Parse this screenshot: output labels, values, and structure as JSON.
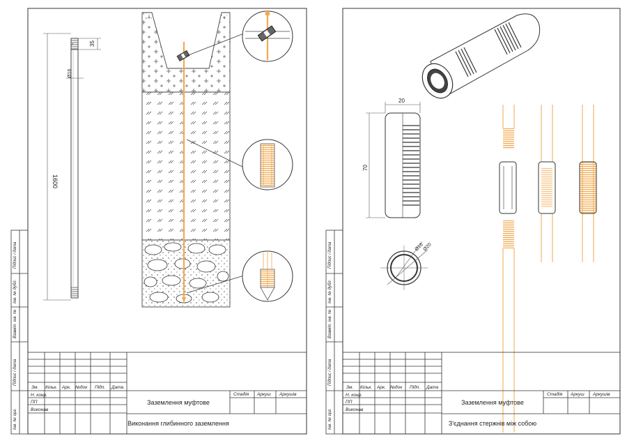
{
  "sheets": [
    {
      "side_labels": [
        "Підпис і дата",
        "Інв. № дубл.",
        "Взаміт. інв. №",
        "Підпис і дата",
        "Інв. № орг."
      ],
      "column_headers": [
        "Зм.",
        "Кільк.",
        "Арк.",
        "№док",
        "Підп.",
        "Дата"
      ],
      "rows": [
        "Н. конр.",
        "ПП",
        "Виконав"
      ],
      "stage_headers": [
        "Стадія",
        "Аркуш",
        "Аркушів"
      ],
      "title": "Заземлення муфтове",
      "subtitle": "Виконання глибинного заземлення",
      "dimensions": {
        "length": "1600",
        "thread": "35",
        "diameter": "Ø16"
      }
    },
    {
      "side_labels": [
        "Підпис і дата",
        "Інв. № дубл.",
        "Взаміт. інв. №",
        "Підпис і дата",
        "Інв. № орг."
      ],
      "column_headers": [
        "Зм.",
        "Кільк.",
        "Арк.",
        "№док",
        "Підп.",
        "Дата"
      ],
      "rows": [
        "Н. конр.",
        "ПП",
        "Виконав"
      ],
      "stage_headers": [
        "Стадія",
        "Аркуш",
        "Аркушів"
      ],
      "title": "Заземлення муфтове",
      "subtitle": "З'єднання стержнів між собою",
      "dimensions": {
        "width": "20",
        "height": "70",
        "inner": "Ø16",
        "outer": "Ø20"
      }
    }
  ],
  "colors": {
    "accent": "#f2a94e",
    "line": "#333333"
  }
}
